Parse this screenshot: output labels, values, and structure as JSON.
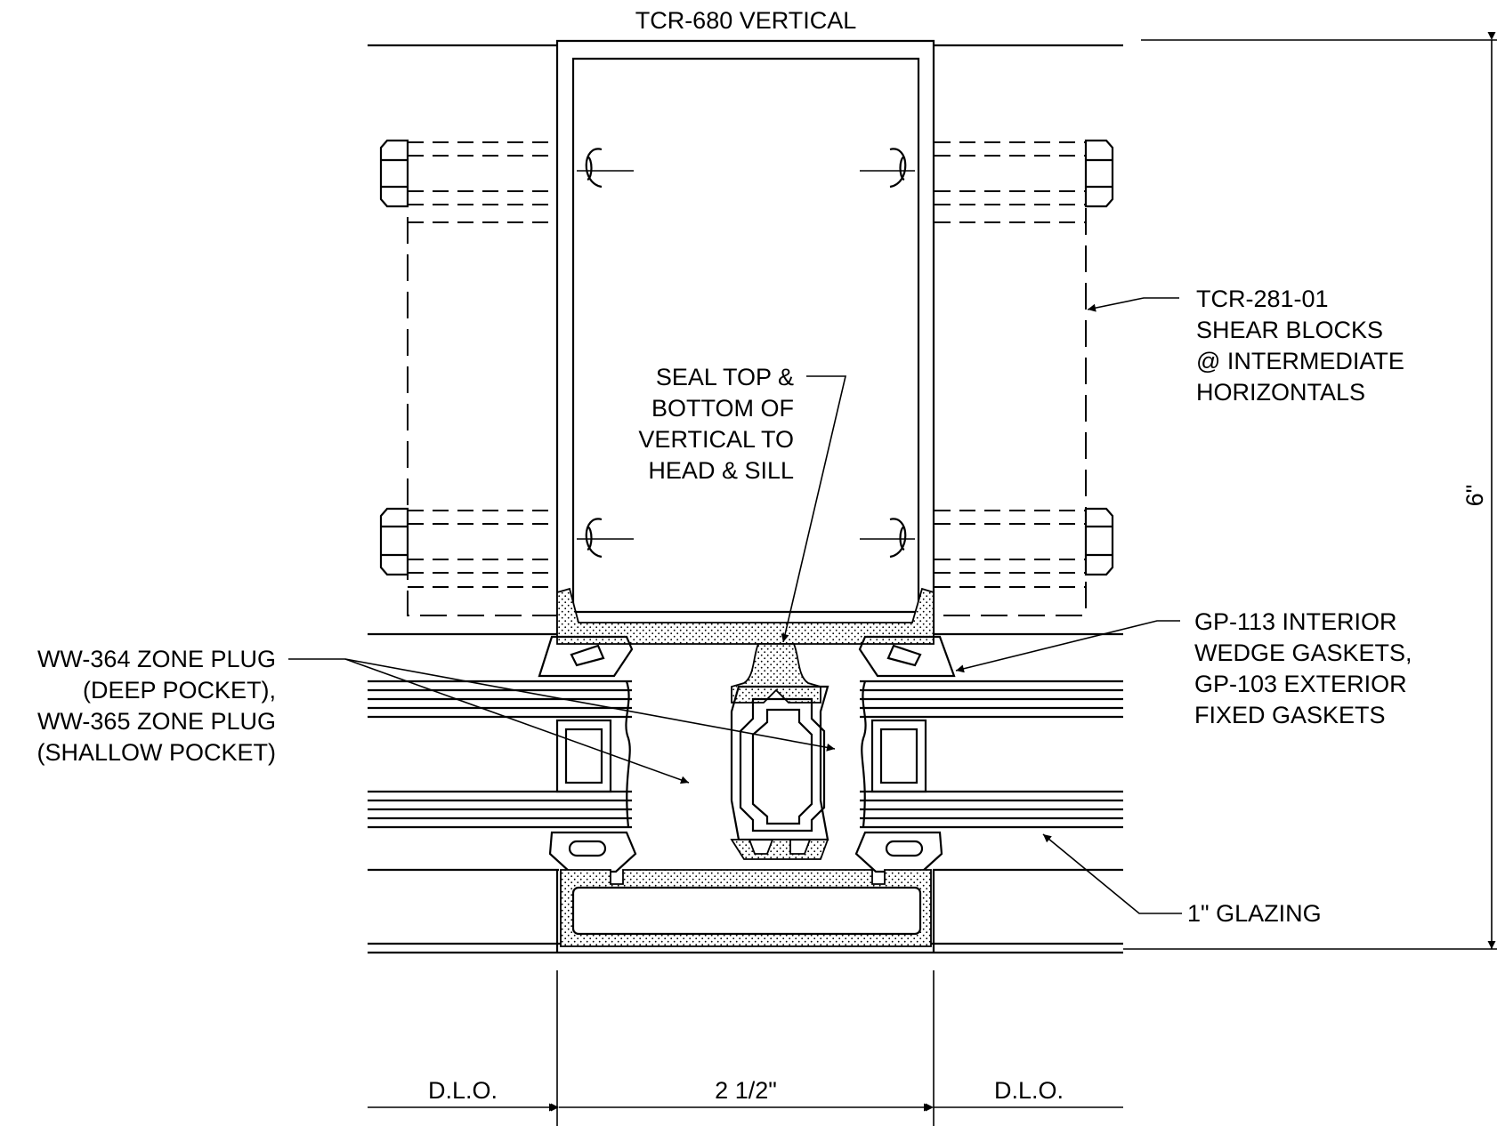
{
  "labels": {
    "title": "TCR-680 VERTICAL",
    "shear_blocks": [
      "TCR-281-01",
      "SHEAR BLOCKS",
      "@ INTERMEDIATE",
      "HORIZONTALS"
    ],
    "seal": [
      "SEAL TOP &",
      "BOTTOM OF",
      "VERTICAL TO",
      "HEAD & SILL"
    ],
    "zone_plug": [
      "WW-364 ZONE PLUG",
      "(DEEP POCKET),",
      "WW-365 ZONE PLUG",
      "(SHALLOW POCKET)"
    ],
    "gaskets": [
      "GP-113 INTERIOR",
      "WEDGE GASKETS,",
      "GP-103 EXTERIOR",
      "FIXED GASKETS"
    ],
    "glazing": "1\" GLAZING",
    "height_dim": "6\"",
    "width_dim": "2 1/2\"",
    "dlo_left": "D.L.O.",
    "dlo_right": "D.L.O."
  }
}
